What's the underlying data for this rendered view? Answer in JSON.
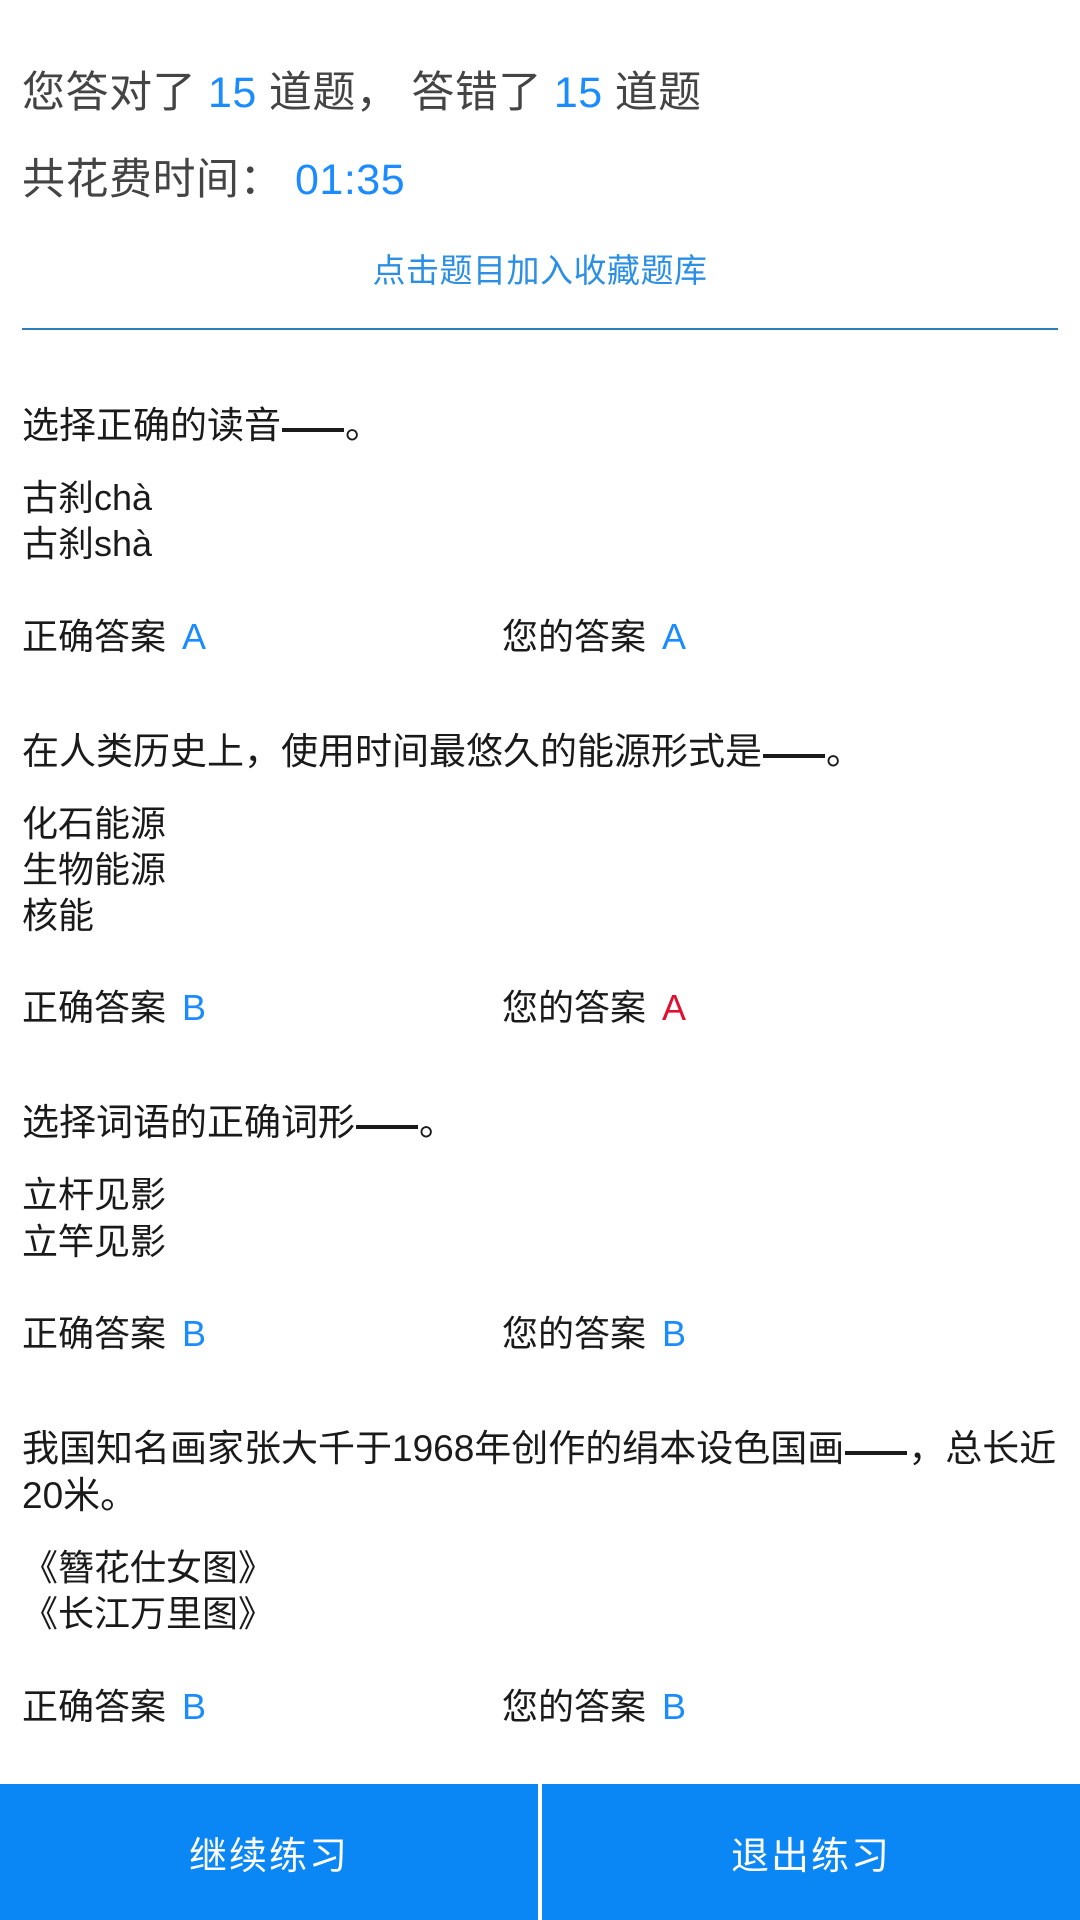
{
  "summary": {
    "correct_prefix": "您答对了",
    "correct_count": "15",
    "correct_suffix": "道题，",
    "wrong_prefix": "答错了",
    "wrong_count": "15",
    "wrong_suffix": "道题",
    "time_label": "共花费时间：",
    "time_value": "01:35",
    "fav_link": "点击题目加入收藏题库"
  },
  "labels": {
    "correct_answer": "正确答案",
    "your_answer": "您的答案"
  },
  "questions": [
    {
      "title_before": "选择正确的读音",
      "title_after": "。",
      "options": [
        "古刹chà",
        "古刹shà"
      ],
      "correct_answer": "A",
      "your_answer": "A",
      "your_answer_state": "correct"
    },
    {
      "title_before": "在人类历史上，使用时间最悠久的能源形式是",
      "title_after": "。",
      "options": [
        "化石能源",
        "生物能源",
        "核能"
      ],
      "correct_answer": "B",
      "your_answer": "A",
      "your_answer_state": "wrong"
    },
    {
      "title_before": "选择词语的正确词形",
      "title_after": "。",
      "options": [
        "立杆见影",
        "立竿见影"
      ],
      "correct_answer": "B",
      "your_answer": "B",
      "your_answer_state": "correct"
    },
    {
      "title_before": "我国知名画家张大千于1968年创作的绢本设色国画",
      "title_after": "，总长近20米。",
      "options": [
        "《簪花仕女图》",
        "《长江万里图》"
      ],
      "correct_answer": "B",
      "your_answer": "B",
      "your_answer_state": "correct"
    }
  ],
  "bottom": {
    "continue_label": "继续练习",
    "exit_label": "退出练习"
  },
  "colors": {
    "accent_blue": "#1a8cff",
    "link_blue": "#2b8fe6",
    "button_blue": "#0a86f5",
    "wrong_red": "#e01030",
    "text_dark": "#1a1a1a",
    "header_gray": "#444444",
    "divider_blue": "#2b7fb8"
  }
}
